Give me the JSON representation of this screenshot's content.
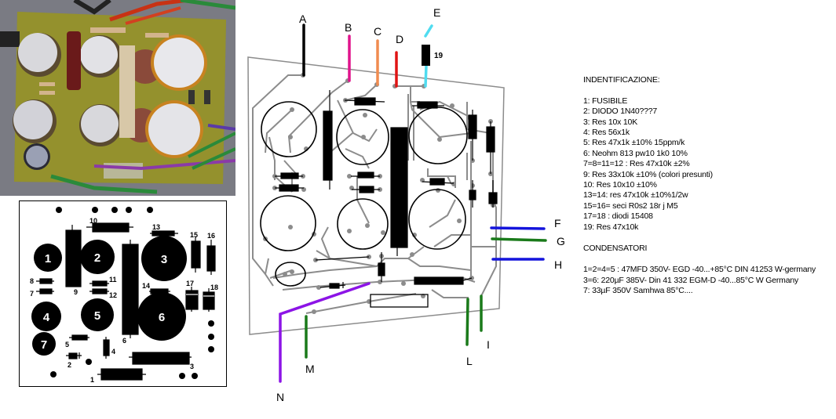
{
  "photo": {
    "description": "photo of power supply circuit board with capacitors, resistors and wires"
  },
  "board_labels": {
    "caps": [
      "1",
      "2",
      "3",
      "4",
      "5",
      "6",
      "7"
    ],
    "r10": "10",
    "r13": "13",
    "r15": "15",
    "r16": "16",
    "r8": "8",
    "r7": "7",
    "r9": "9",
    "r11": "11",
    "r12": "12",
    "r14": "14",
    "d17": "17",
    "d18": "18",
    "r6": "6",
    "r5": "5",
    "r4": "4",
    "d2": "2",
    "r3": "3",
    "f1": "1"
  },
  "trace": {
    "wires": {
      "A": {
        "label": "A",
        "color": "#000000"
      },
      "B": {
        "label": "B",
        "color": "#e0148c"
      },
      "C": {
        "label": "C",
        "color": "#f08c50"
      },
      "D": {
        "label": "D",
        "color": "#e01414"
      },
      "E": {
        "label": "E",
        "color": "#50dcf0"
      },
      "F": {
        "label": "F",
        "color": "#1414dc"
      },
      "G": {
        "label": "G",
        "color": "#1a7a1a"
      },
      "H": {
        "label": "H",
        "color": "#1414dc"
      },
      "I": {
        "label": "I",
        "color": "#1a7a1a"
      },
      "L": {
        "label": "L",
        "color": "#1a7a1a"
      },
      "M": {
        "label": "M",
        "color": "#1a7a1a"
      },
      "N": {
        "label": "N",
        "color": "#8c14e6"
      }
    },
    "r19_label": "19",
    "trace_color": "#8c8c8c"
  },
  "legend": {
    "title": "INDENTIFICAZIONE:",
    "items": [
      "1: FUSIBILE",
      "2: DIODO 1N40???7",
      "3: Res 10x 10K",
      "4: Res 56x1k",
      "5: Res 47x1k ±10%  15ppm/k",
      "6: Neohm 813 pw10 1k0 10%",
      "7=8=11=12 : Res 47x10k ±2%",
      "9: Res 33x10k ±10% (colori presunti)",
      "10: Res 10x10 ±10%",
      "13=14: res 47x10k ±10%1/2w",
      "15=16= seci  R0s2 18r j M5",
      "17=18 : diodi 15408",
      "19: Res 47x10k"
    ],
    "caps_title": "CONDENSATORI",
    "caps": [
      "1=2=4=5 : 47MFD 350V-  EGD -40...+85°C DIN 41253 W-germany",
      "3=6: 220µF 385V- Din 41 332 EGM-D -40...85°C W Germany",
      "7: 33µF 350V Samhwa 85°C...."
    ]
  }
}
